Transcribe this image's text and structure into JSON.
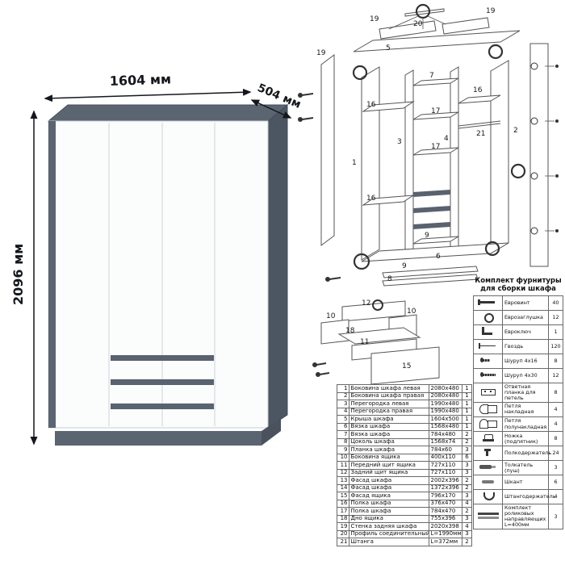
{
  "dimensions": {
    "width_label": "1604 мм",
    "depth_label": "504 мм",
    "height_label": "2096 мм"
  },
  "colors": {
    "carcass": "#5b6571",
    "carcass_dark": "#4c5562",
    "facade": "#fbfcfc",
    "outline": "#555555"
  },
  "exploded": {
    "labels": {
      "n1": "1",
      "n2": "2",
      "n3": "3",
      "n4": "4",
      "n5": "5",
      "n6": "6",
      "n7": "7",
      "n8": "8",
      "n9": "9",
      "n10": "10",
      "n11": "11",
      "n12": "12",
      "n15": "15",
      "n16": "16",
      "n17": "17",
      "n18": "18",
      "n19": "19",
      "n20": "20",
      "n21": "21"
    }
  },
  "parts_table": {
    "rows": [
      [
        "1",
        "Боковина шкафа левая",
        "2080х480",
        "1"
      ],
      [
        "2",
        "Боковина шкафа правая",
        "2080х480",
        "1"
      ],
      [
        "3",
        "Перегородка левая",
        "1990х480",
        "1"
      ],
      [
        "4",
        "Перегородка правая",
        "1990х480",
        "1"
      ],
      [
        "5",
        "Крыша шкафа",
        "1604х500",
        "1"
      ],
      [
        "6",
        "Вязка шкафа",
        "1568х480",
        "1"
      ],
      [
        "7",
        "Вязка шкафа",
        "784х480",
        "2"
      ],
      [
        "8",
        "Цоколь шкафа",
        "1568х74",
        "2"
      ],
      [
        "9",
        "Планка шкафа",
        "784х60",
        "3"
      ],
      [
        "10",
        "Боковина ящика",
        "400х110",
        "6"
      ],
      [
        "11",
        "Передний щит ящика",
        "727х110",
        "3"
      ],
      [
        "12",
        "Задний щит ящика",
        "727х110",
        "3"
      ],
      [
        "13",
        "Фасад шкафа",
        "2002х396",
        "2"
      ],
      [
        "14",
        "Фасад шкафа",
        "1372х396",
        "2"
      ],
      [
        "15",
        "Фасад ящика",
        "796х170",
        "3"
      ],
      [
        "16",
        "Полка шкафа",
        "376х470",
        "4"
      ],
      [
        "17",
        "Полка шкафа",
        "784х470",
        "2"
      ],
      [
        "18",
        "Дно ящика",
        "755х396",
        "3"
      ],
      [
        "19",
        "Стенка задняя шкафа",
        "2020х398",
        "4"
      ],
      [
        "20",
        "Профиль соединительный",
        "L=1990мм",
        "3"
      ],
      [
        "21",
        "Штанга",
        "L=372мм",
        "2"
      ]
    ]
  },
  "hardware": {
    "title_line1": "Комплект фурнитуры",
    "title_line2": "для сборки шкафа",
    "items": [
      {
        "name": "Евровинт",
        "qty": "40",
        "icon": "confirmat"
      },
      {
        "name": "Еврозаглушка",
        "qty": "12",
        "icon": "cap"
      },
      {
        "name": "Евроключ",
        "qty": "1",
        "icon": "key"
      },
      {
        "name": "Гвоздь",
        "qty": "120",
        "icon": "nail"
      },
      {
        "name": "Шуруп 4х16",
        "qty": "8",
        "icon": "screw16"
      },
      {
        "name": "Шуруп 4х30",
        "qty": "12",
        "icon": "screw30"
      },
      {
        "name": "Ответная планка для петель",
        "qty": "8",
        "icon": "plate"
      },
      {
        "name": "Петля накладная",
        "qty": "4",
        "icon": "hinge-full"
      },
      {
        "name": "Петля полунакладная",
        "qty": "4",
        "icon": "hinge-half"
      },
      {
        "name": "Ножка (подпятник)",
        "qty": "8",
        "icon": "foot"
      },
      {
        "name": "Полкодержатель",
        "qty": "24",
        "icon": "pin"
      },
      {
        "name": "Толкатель (пуш)",
        "qty": "3",
        "icon": "push"
      },
      {
        "name": "Шкант",
        "qty": "6",
        "icon": "dowel"
      },
      {
        "name": "Штангодержатель",
        "qty": "4",
        "icon": "rodholder"
      },
      {
        "name": "Комплект роликовых направляющих L=400мм",
        "qty": "3",
        "icon": "rails"
      }
    ]
  }
}
